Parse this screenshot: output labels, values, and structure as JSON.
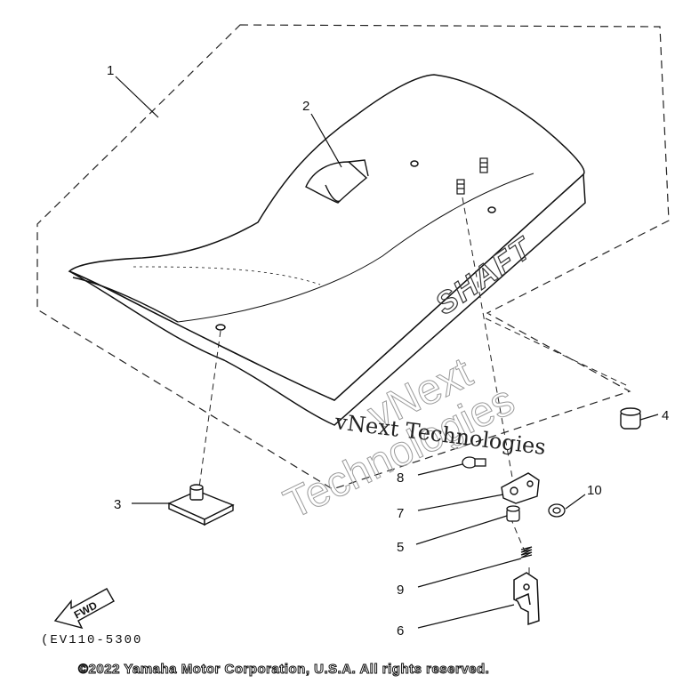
{
  "parts": [
    {
      "number": "1",
      "label": "1"
    },
    {
      "number": "2",
      "label": "2"
    },
    {
      "number": "3",
      "label": "3"
    },
    {
      "number": "4",
      "label": "4"
    },
    {
      "number": "5",
      "label": "5"
    },
    {
      "number": "6",
      "label": "6"
    },
    {
      "number": "7",
      "label": "7"
    },
    {
      "number": "8",
      "label": "8"
    },
    {
      "number": "9",
      "label": "9"
    },
    {
      "number": "10",
      "label": "10"
    }
  ],
  "seat_logo": "SHAFT",
  "direction_arrow": "FWD",
  "catalog_code": "(EV110-5300",
  "watermark": {
    "line1": "vNext Technologies",
    "large_1": "vNext",
    "large_2": "Technologies"
  },
  "copyright": "©2022 Yamaha Motor Corporation, U.S.A. All rights reserved."
}
